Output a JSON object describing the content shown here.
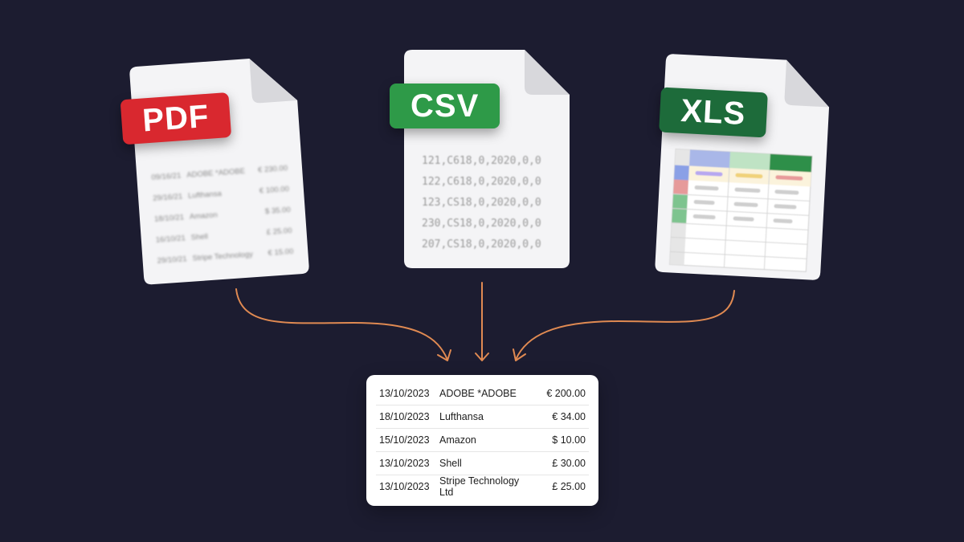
{
  "files": {
    "pdf": {
      "badge": "PDF",
      "rows": [
        {
          "date": "09/16/21",
          "merchant": "ADOBE *ADOBE",
          "amount": "€ 230.00"
        },
        {
          "date": "29/16/21",
          "merchant": "Lufthansa",
          "amount": "€ 100.00"
        },
        {
          "date": "18/10/21",
          "merchant": "Amazon",
          "amount": "$ 35.00"
        },
        {
          "date": "16/10/21",
          "merchant": "Shell",
          "amount": "£ 25.00"
        },
        {
          "date": "29/10/21",
          "merchant": "Stripe Technology",
          "amount": "€ 15.00"
        }
      ]
    },
    "csv": {
      "badge": "CSV",
      "lines": [
        "121,C618,0,2020,0,0",
        "122,C618,0,2020,0,0",
        "123,CS18,0,2020,0,0",
        "230,CS18,0,2020,0,0",
        "207,CS18,0,2020,0,0"
      ]
    },
    "xls": {
      "badge": "XLS"
    }
  },
  "result_table": [
    {
      "date": "13/10/2023",
      "merchant": "ADOBE *ADOBE",
      "amount": "€ 200.00"
    },
    {
      "date": "18/10/2023",
      "merchant": "Lufthansa",
      "amount": "€ 34.00"
    },
    {
      "date": "15/10/2023",
      "merchant": "Amazon",
      "amount": "$ 10.00"
    },
    {
      "date": "13/10/2023",
      "merchant": "Shell",
      "amount": "£ 30.00"
    },
    {
      "date": "13/10/2023",
      "merchant": "Stripe Technology Ltd",
      "amount": "£ 25.00"
    }
  ],
  "colors": {
    "background": "#1c1c30",
    "pdf": "#d9282f",
    "csv": "#2e9a48",
    "xls": "#1d6b3a",
    "arrow": "#e08a52"
  }
}
